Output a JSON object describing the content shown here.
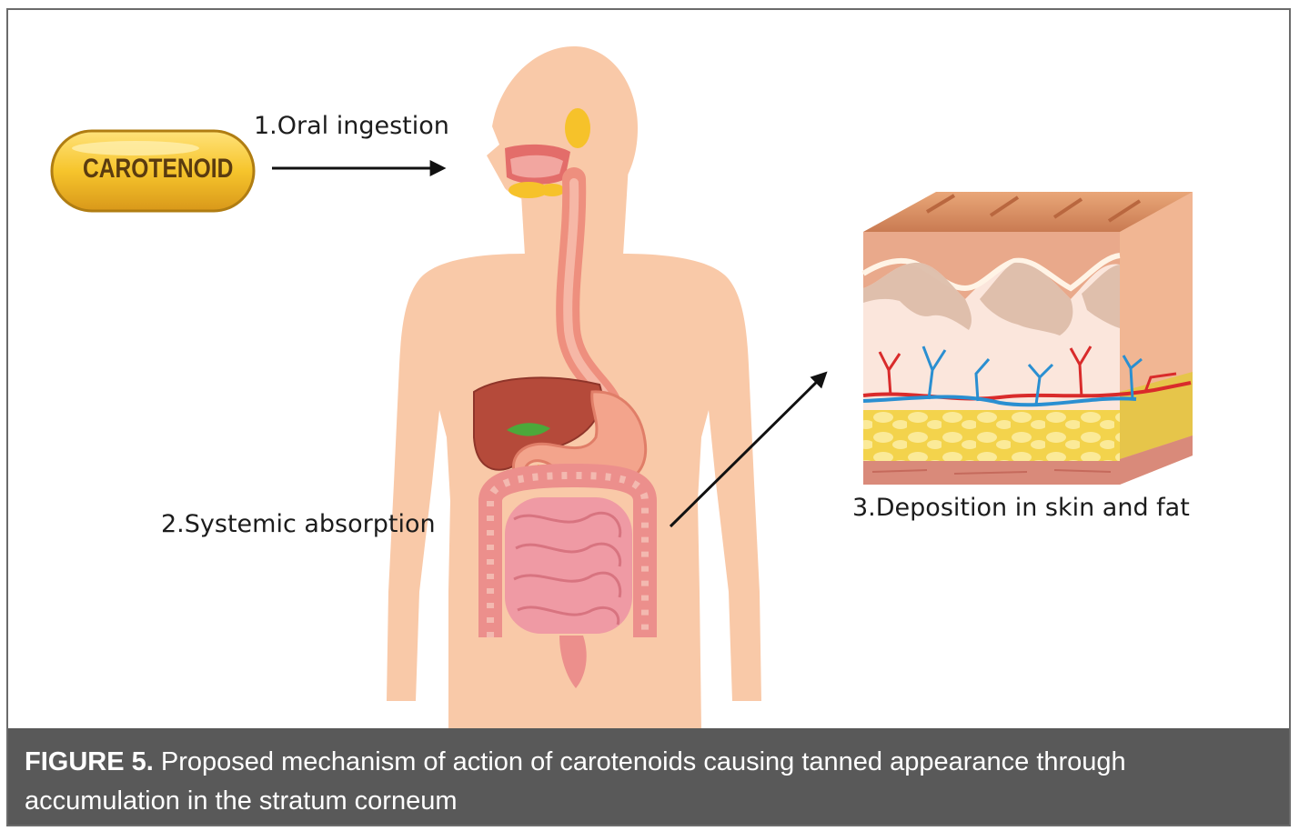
{
  "capsule": {
    "label": "CAROTENOID"
  },
  "steps": [
    {
      "label": "1.Oral ingestion"
    },
    {
      "label": "2.Systemic absorption"
    },
    {
      "label": "3.Deposition in skin and fat"
    }
  ],
  "caption": {
    "figure_label": "FIGURE 5.",
    "text": "Proposed mechanism of action of carotenoids causing tanned appearance through accumulation in the stratum corneum"
  },
  "colors": {
    "skin": "#f9c9a8",
    "caption_bar": "#595959",
    "capsule": "#f2bd25",
    "liver": "#b54a3a",
    "intestine": "#ef9aa4",
    "fat": "#f6de6a",
    "artery": "#d92b2b",
    "vein": "#2a8fd1"
  }
}
